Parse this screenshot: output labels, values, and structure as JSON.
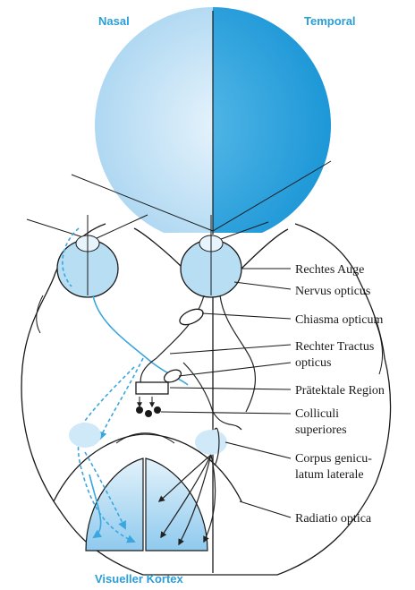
{
  "fields": {
    "nasal": "Nasal",
    "temporal": "Temporal"
  },
  "labels": {
    "rechtes_auge": "Rechtes Auge",
    "nervus_opticus": "Nervus opticus",
    "chiasma_opticum": "Chiasma opticum",
    "rechter_tractus_line1": "Rechter Tractus",
    "rechter_tractus_line2": "opticus",
    "praetektale_region": "Prätektale Region",
    "colliculi_line1": "Colliculi",
    "colliculi_line2": "superiores",
    "corpus_line1": "Corpus genicu-",
    "corpus_line2": "latum laterale",
    "radiatio_optica": "Radiatio optica",
    "visueller_kortex": "Visueller Kortex"
  },
  "colors": {
    "accent_blue": "#2a9fd8",
    "light_blue": "#cfe9f8",
    "ink": "#1a1a1a"
  }
}
